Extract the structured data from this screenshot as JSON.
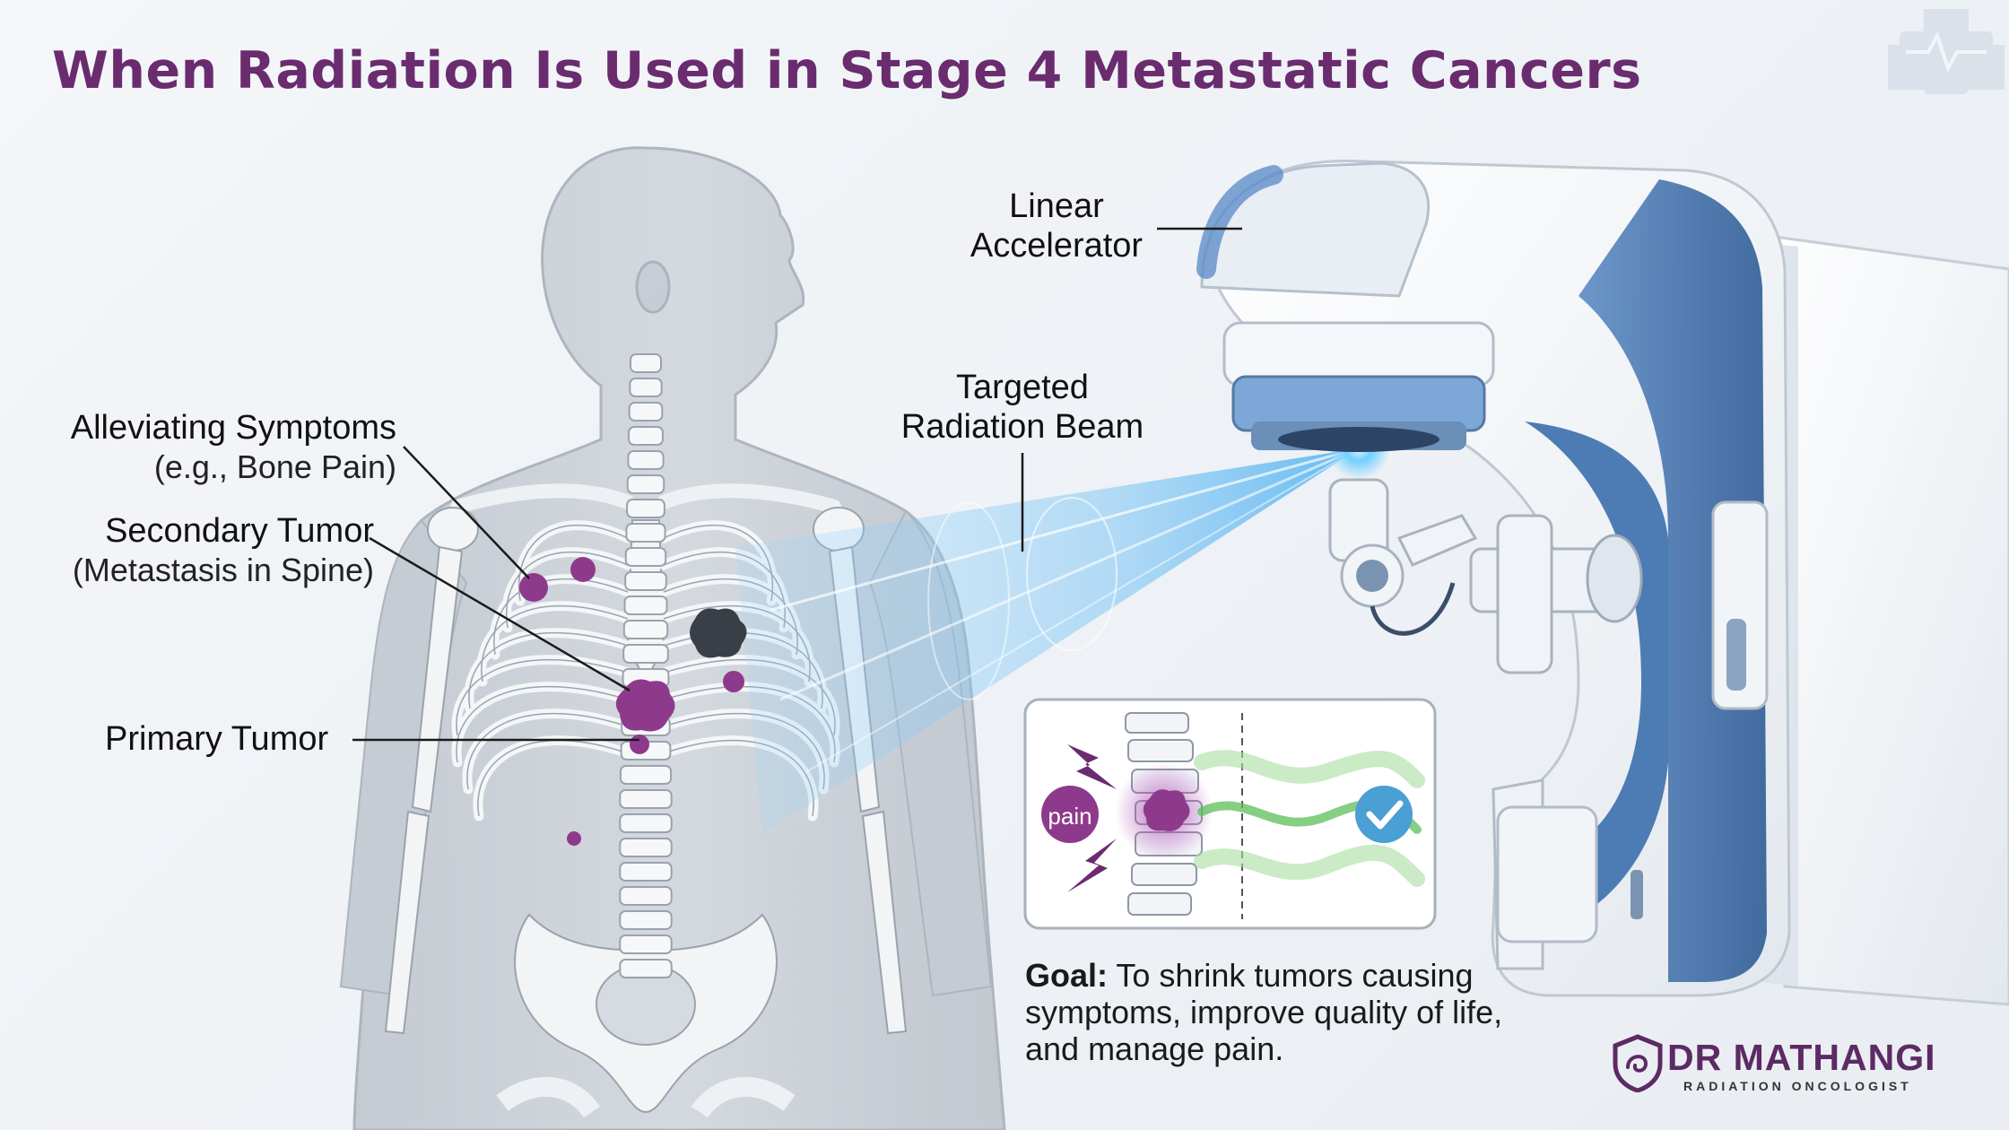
{
  "title": "When Radiation Is Used in Stage 4 Metastatic Cancers",
  "labels": {
    "linear_accelerator": [
      "Linear",
      "Accelerator"
    ],
    "targeted_beam": [
      "Targeted",
      "Radiation Beam"
    ],
    "alleviating": {
      "main": "Alleviating Symptoms",
      "sub": "(e.g., Bone Pain)"
    },
    "secondary": {
      "main": "Secondary Tumor",
      "sub": "(Metastasis in Spine)"
    },
    "primary": "Primary Tumor"
  },
  "inset": {
    "pain_label": "pain"
  },
  "goal": {
    "lead": "Goal:",
    "text": " To shrink tumors causing symptoms, improve quality of life, and manage pain."
  },
  "logo": {
    "name": "DR MATHANGI",
    "subtitle": "RADIATION ONCOLOGIST"
  },
  "icons": [
    "medical-cross-icon",
    "lightning-icon",
    "checkmark-icon"
  ],
  "colors": {
    "title": "#6a2c6e",
    "tumor": "#8e3a8c",
    "beam": "#5fb8f0",
    "machine_accent": "#3f6fa8",
    "check": "#4a9fd4"
  }
}
